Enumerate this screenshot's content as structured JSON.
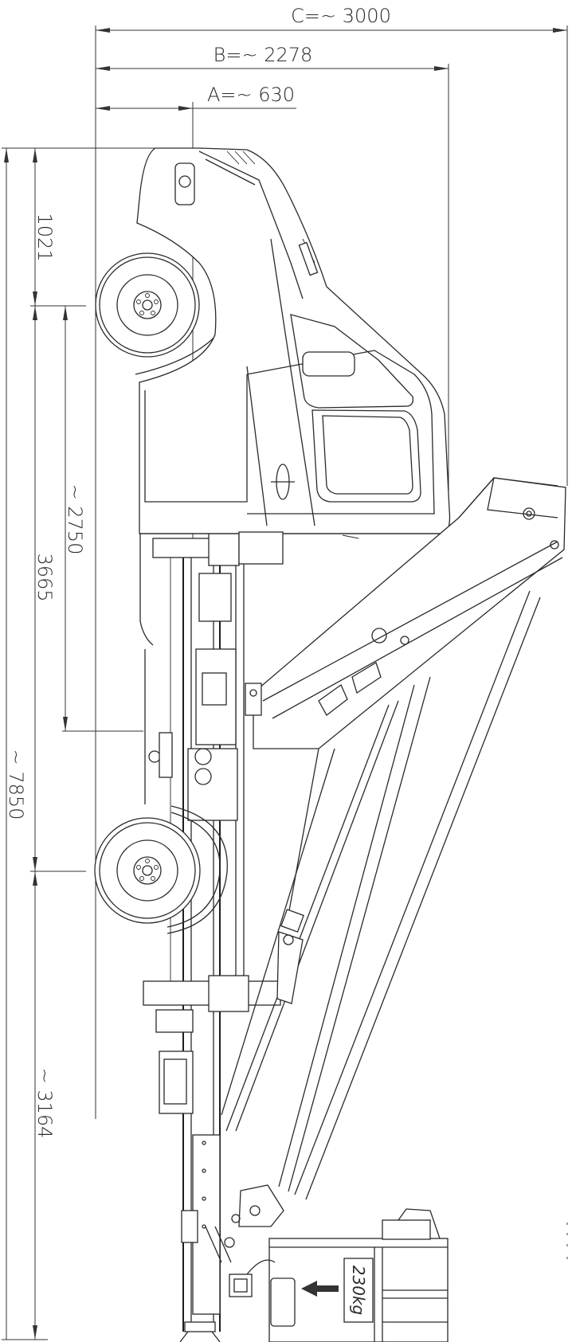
{
  "dimensions": {
    "width_c": "C=~ 3000",
    "width_b": "B=~ 2278",
    "width_a": "A=~ 630",
    "height_cab": "1021",
    "height_wheelbase": "~ 2750",
    "height_front": "3665",
    "height_total": "~ 7850",
    "height_rear": "~ 3164"
  },
  "basket": {
    "load_label": "230kg"
  }
}
